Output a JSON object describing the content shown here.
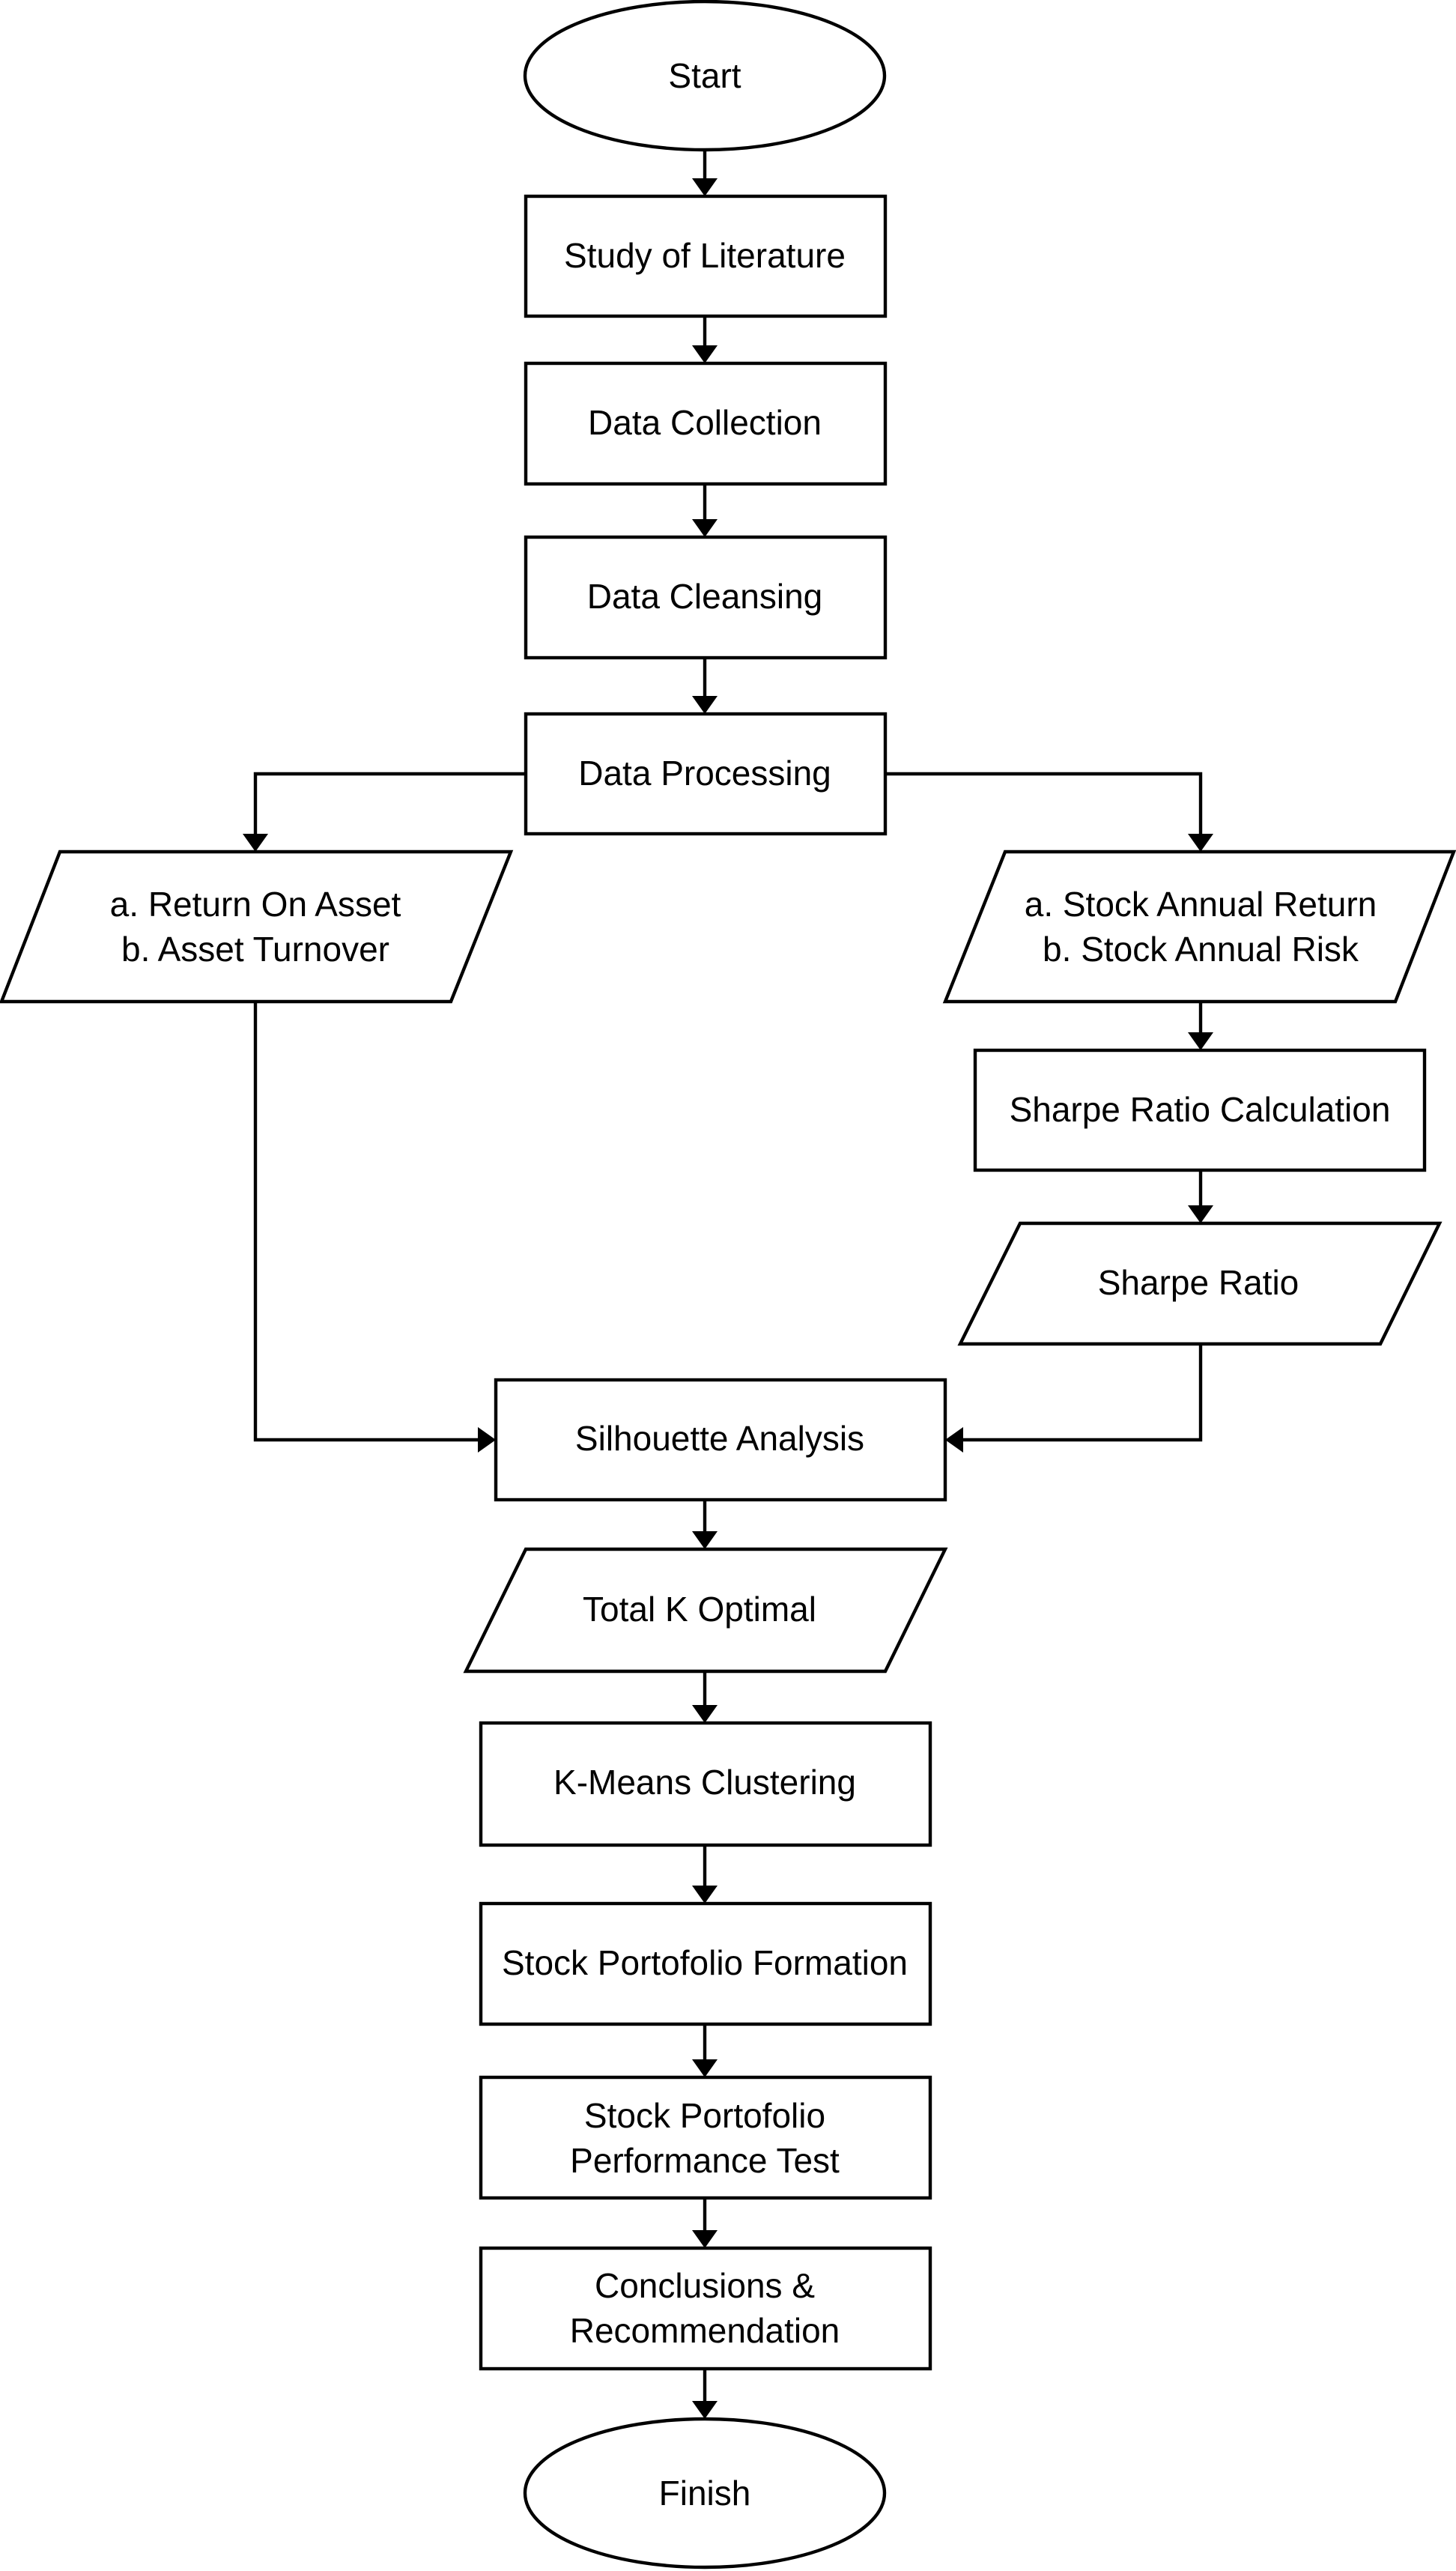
{
  "nodes": {
    "start": "Start",
    "literature": "Study of Literature",
    "collection": "Data Collection",
    "cleansing": "Data Cleansing",
    "processing": "Data Processing",
    "input_left_1": "a. Return On Asset",
    "input_left_2": "b. Asset Turnover",
    "input_right_1": "a. Stock Annual Return",
    "input_right_2": "b. Stock Annual Risk",
    "sharpe_calc": "Sharpe Ratio Calculation",
    "sharpe_ratio": "Sharpe Ratio",
    "silhouette": "Silhouette Analysis",
    "k_optimal": "Total K Optimal",
    "kmeans": "K-Means Clustering",
    "portfolio_formation": "Stock Portofolio Formation",
    "performance_1": "Stock Portofolio",
    "performance_2": "Performance Test",
    "conclusions_1": "Conclusions &",
    "conclusions_2": "Recommendation",
    "finish": "Finish"
  },
  "style": {
    "stroke": "#000000",
    "fill": "#ffffff",
    "text": "#000000"
  }
}
